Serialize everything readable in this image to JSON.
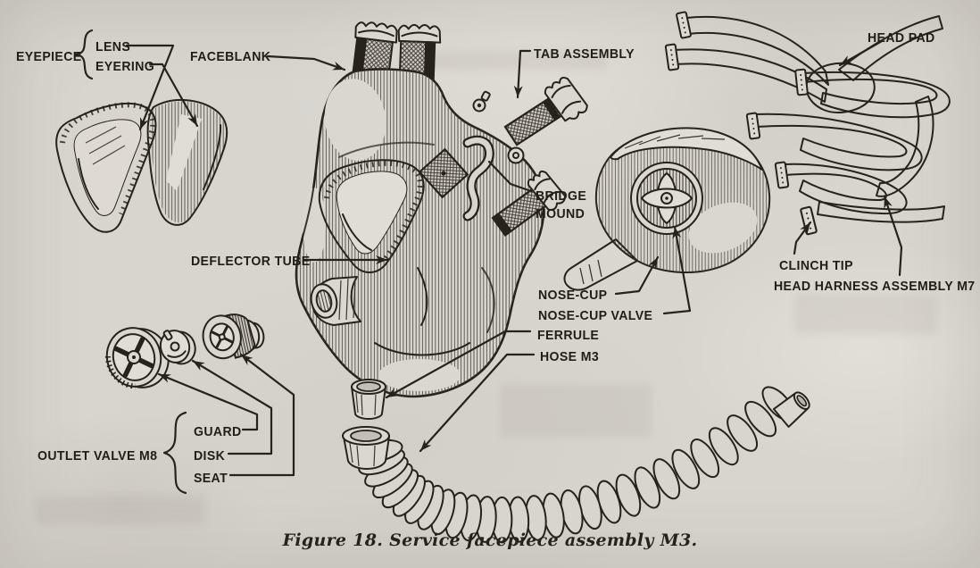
{
  "page": {
    "paper_color": "#d8d5cf",
    "ink_color": "#26221c"
  },
  "callouts": {
    "eyepiece": "EYEPIECE",
    "lens": "LENS",
    "eyering": "EYERING",
    "faceblank": "FACEBLANK",
    "tab_assembly": "TAB ASSEMBLY",
    "head_pad": "HEAD PAD",
    "bridge_mound": "BRIDGE MOUND",
    "deflector_tube": "DEFLECTOR TUBE",
    "nose_cup": "NOSE-CUP",
    "nose_cup_valve": "NOSE-CUP VALVE",
    "ferrule": "FERRULE",
    "hose_m3": "HOSE M3",
    "clinch_tip": "CLINCH TIP",
    "head_harness_assembly": "HEAD HARNESS ASSEMBLY M7",
    "outlet_valve": "OUTLET VALVE M8",
    "guard": "GUARD",
    "disk": "DISK",
    "seat": "SEAT"
  },
  "caption": "Figure 18. Service facepiece assembly M3."
}
